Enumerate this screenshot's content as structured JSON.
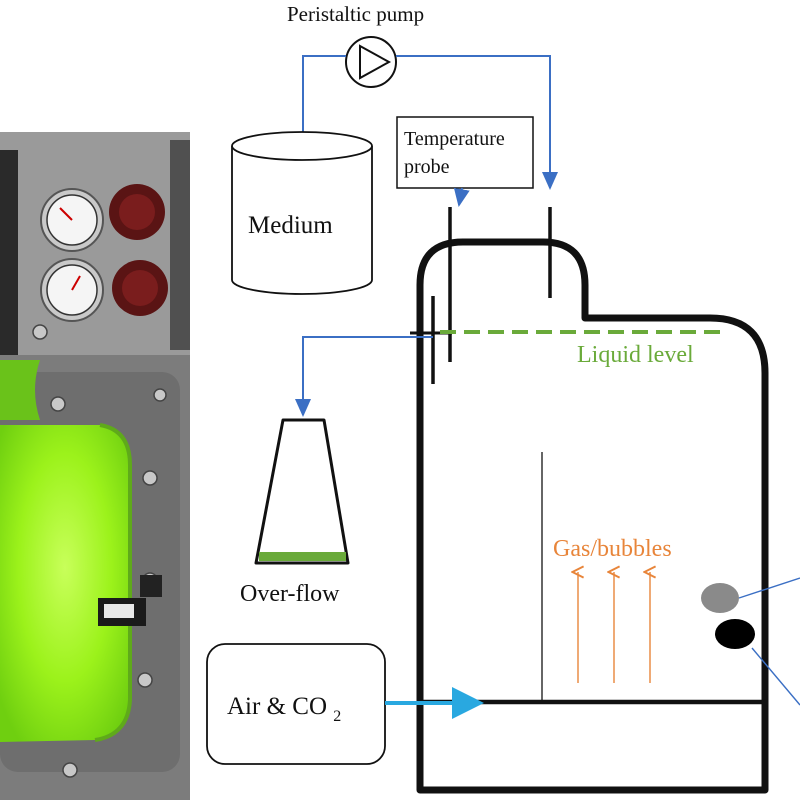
{
  "labels": {
    "pump": "Peristaltic pump",
    "probe_line1": "Temperature",
    "probe_line2": "probe",
    "medium": "Medium",
    "liquid_level": "Liquid level",
    "gas": "Gas/bubbles",
    "overflow": "Over-flow",
    "air_prefix": "Air & CO",
    "air_subscript": "2"
  },
  "colors": {
    "tube": "#3b6fc4",
    "air_arrow": "#29a8e0",
    "liquid": "#6aaa3a",
    "gas": "#e8853a",
    "vessel": "#111111",
    "sensor_gray": "#8a8a8a",
    "sensor_black": "#000000",
    "photo_culture": "#9cf21b"
  },
  "icons": {
    "photo": "photobioreactor-photo",
    "pump": "peristaltic-pump-icon"
  }
}
